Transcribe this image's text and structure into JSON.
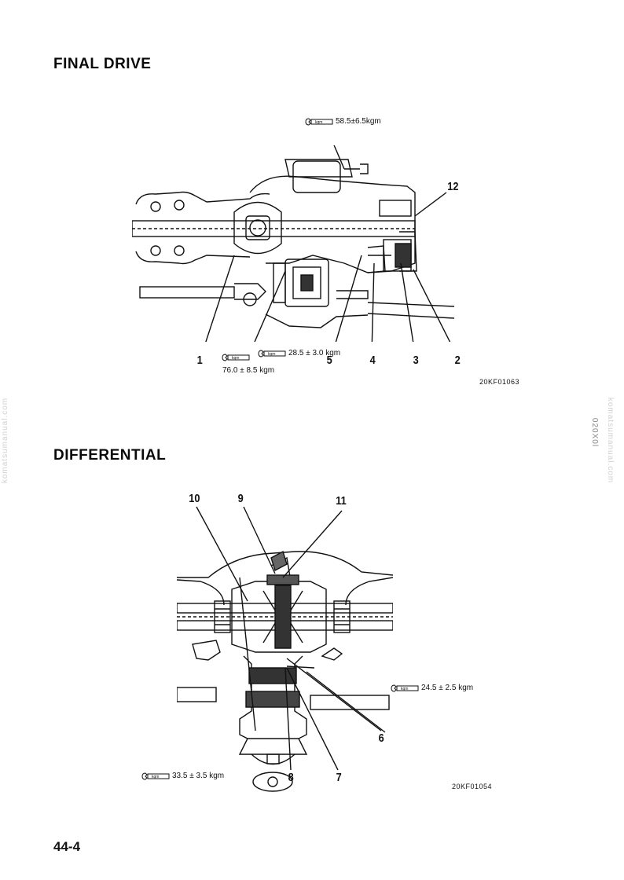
{
  "sections": {
    "final_drive": {
      "title": "FINAL DRIVE",
      "figure_code": "20KF01063",
      "callouts": [
        "1",
        "5",
        "4",
        "3",
        "2",
        "12"
      ],
      "torques": {
        "top": "58.5±6.5kgm",
        "mid": "28.5 ± 3.0 kgm",
        "low": "76.0 ± 8.5 kgm"
      }
    },
    "differential": {
      "title": "DIFFERENTIAL",
      "figure_code": "20KF01054",
      "callouts": [
        "10",
        "9",
        "11",
        "6",
        "8",
        "7"
      ],
      "torques": {
        "right": "24.5 ± 2.5 kgm",
        "bottom": "33.5 ± 3.5 kgm"
      }
    }
  },
  "watermarks": {
    "left": "komatsumanual.com",
    "right": "komatsumanual.com",
    "right_code": "020X0l"
  },
  "page_number": "44-4",
  "icons": {
    "torque": "torque-wrench-icon"
  }
}
